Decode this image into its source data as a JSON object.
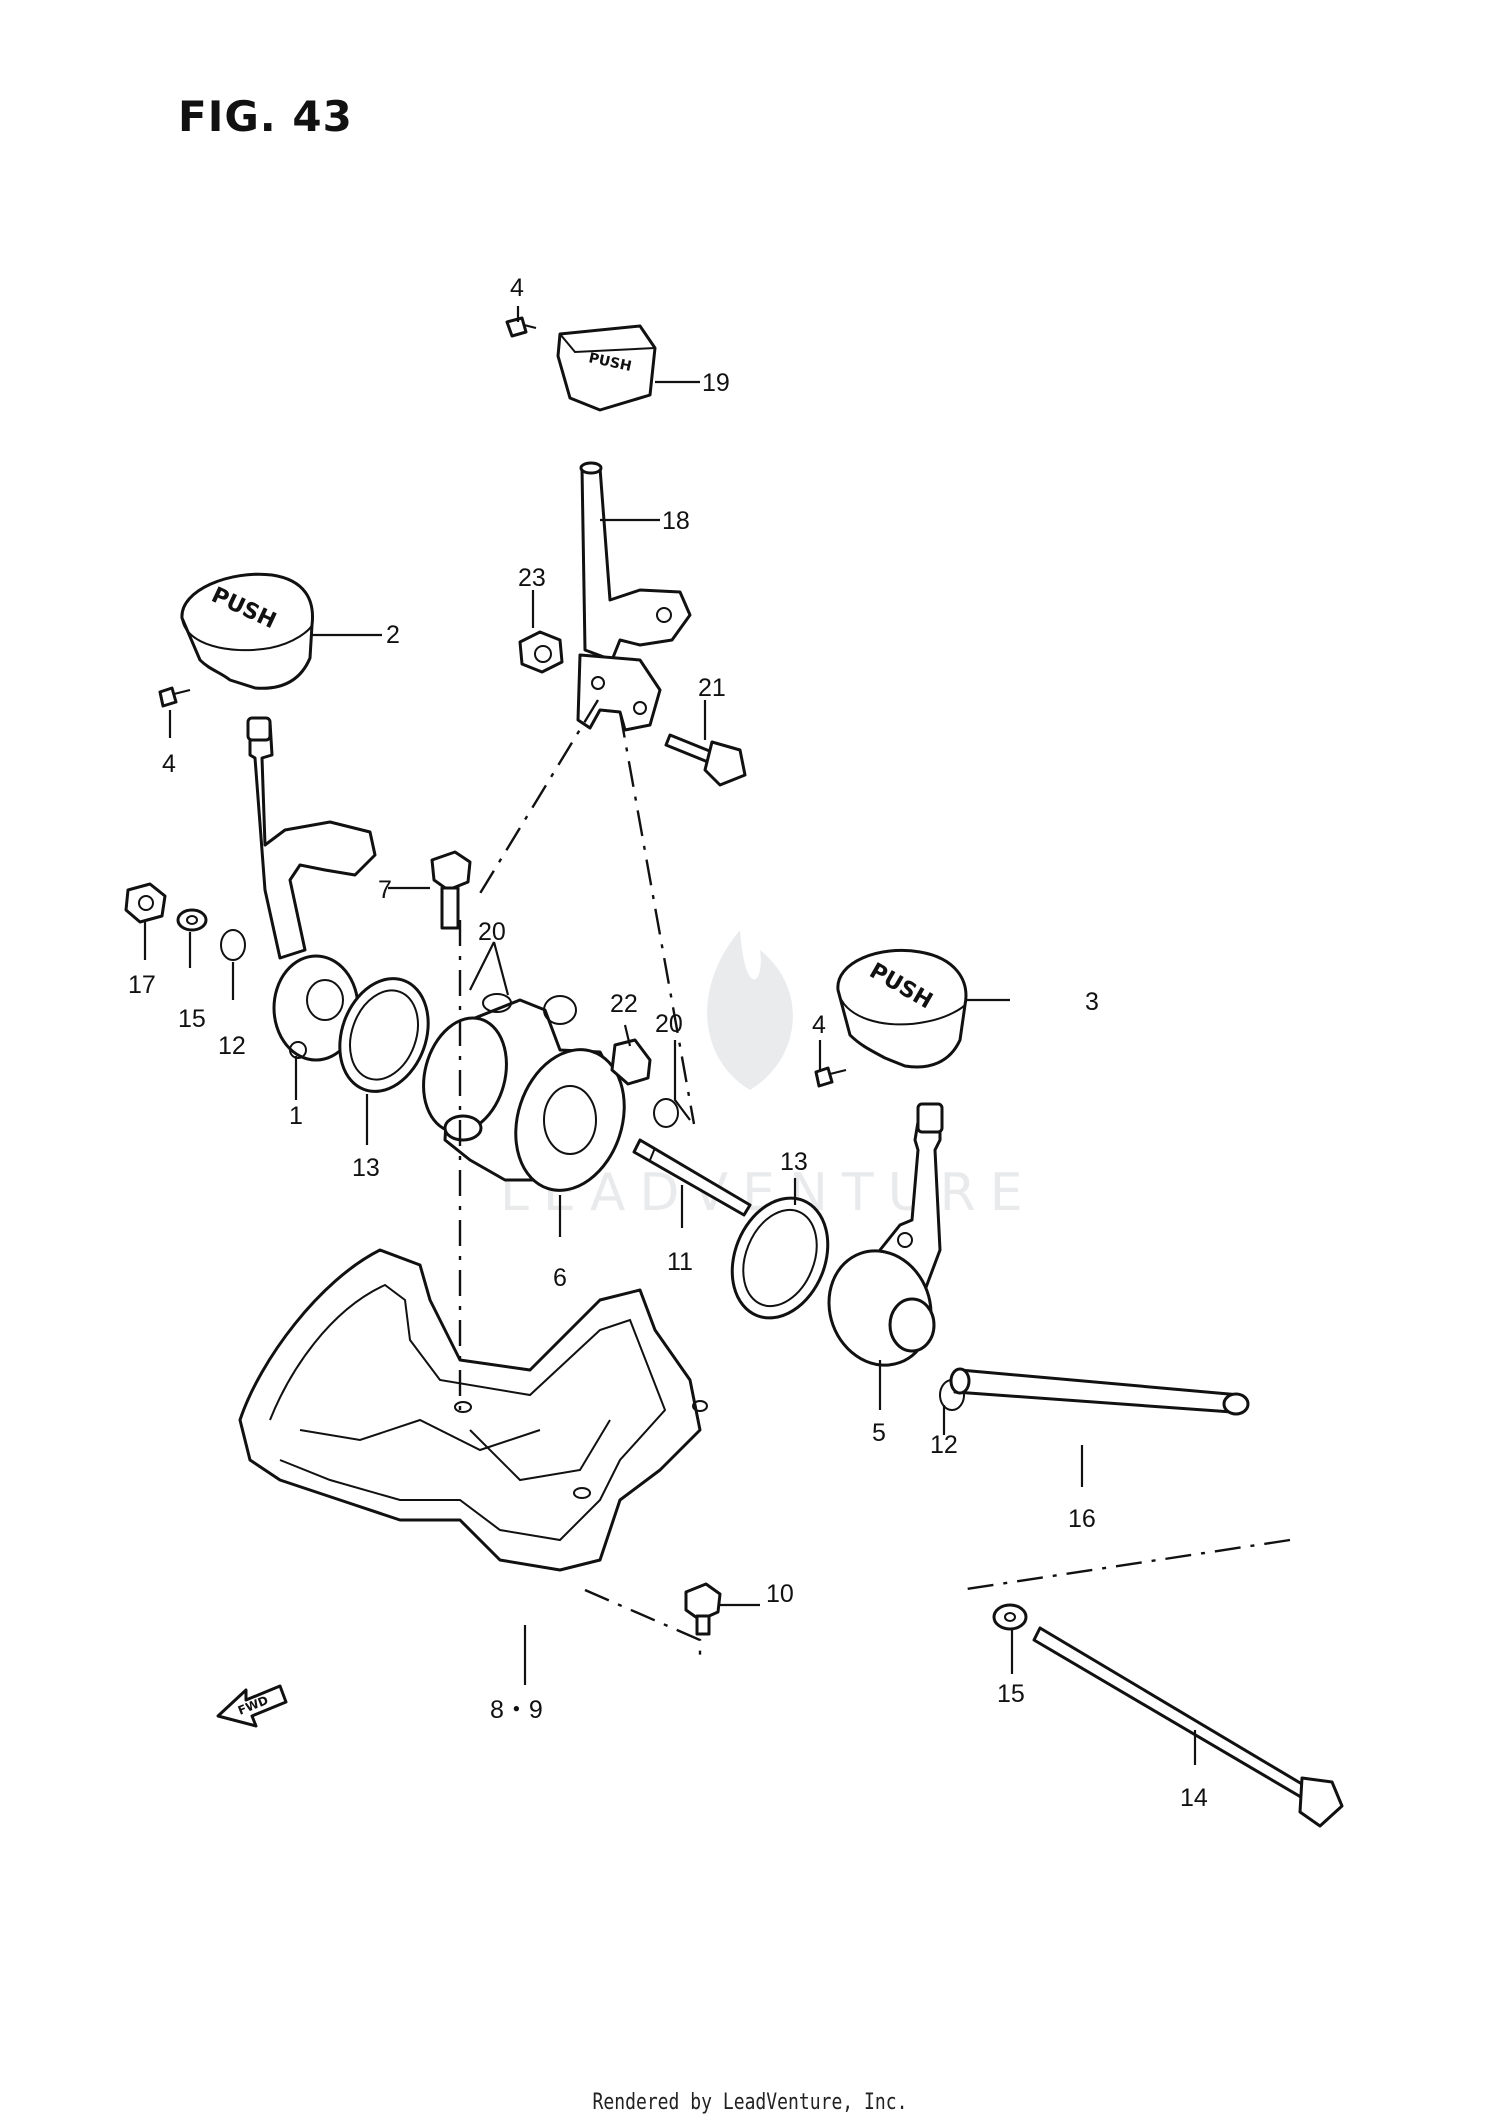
{
  "figure": {
    "title": "FIG. 43"
  },
  "footer": {
    "text": "Rendered by LeadVenture, Inc."
  },
  "watermark": {
    "text": "LEADVENTURE"
  },
  "button_text": {
    "push": "PUSH"
  },
  "fwd_arrow": {
    "text": "FWD"
  },
  "callouts": {
    "c1": "1",
    "c2": "2",
    "c3": "3",
    "c4a": "4",
    "c4b": "4",
    "c4c": "4",
    "c5": "5",
    "c6": "6",
    "c7": "7",
    "c8_9": "8・9",
    "c10": "10",
    "c11": "11",
    "c12a": "12",
    "c12b": "12",
    "c13a": "13",
    "c13b": "13",
    "c14": "14",
    "c15a": "15",
    "c15b": "15",
    "c16": "16",
    "c17": "17",
    "c18": "18",
    "c19": "19",
    "c20a": "20",
    "c20b": "20",
    "c21": "21",
    "c22": "22",
    "c23": "23"
  }
}
